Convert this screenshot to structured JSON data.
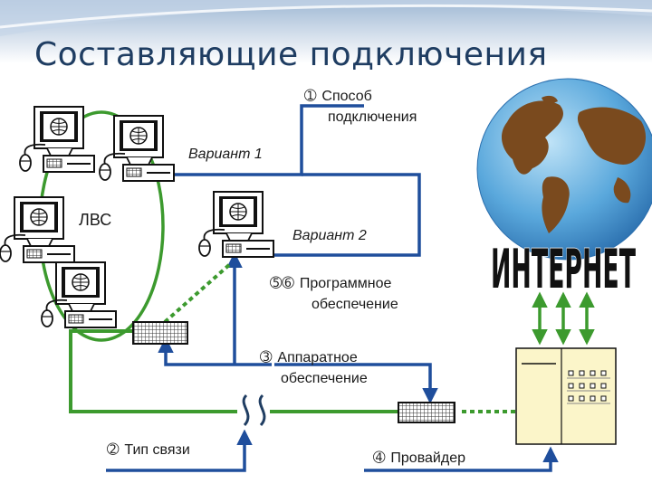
{
  "title": "Составляющие подключения",
  "labels": {
    "connection_method_num": "➀",
    "connection_method_line1": "Способ",
    "connection_method_line2": "подключения",
    "variant1": "Вариант 1",
    "variant2": "Вариант 2",
    "lan": "ЛВС",
    "software_num": "➄➅",
    "software_line1": "Программное",
    "software_line2": "обеспечение",
    "hardware_num": "➂",
    "hardware_line1": "Аппаратное",
    "hardware_line2": "обеспечение",
    "link_type_num": "➁",
    "link_type": "Тип связи",
    "provider_num": "➃",
    "provider": "Провайдер",
    "internet": "ИНТЕРНЕТ"
  },
  "colors": {
    "title": "#1f3d62",
    "blue_line": "#1f4e9c",
    "green_line": "#3c9a2e",
    "globe_ocean": "#4f9ed8",
    "globe_land": "#7a4a1e",
    "server_body": "#fbf5c9"
  },
  "icons": [
    "computer-icon",
    "modem-icon",
    "globe-icon",
    "server-icon",
    "link-break-icon"
  ]
}
